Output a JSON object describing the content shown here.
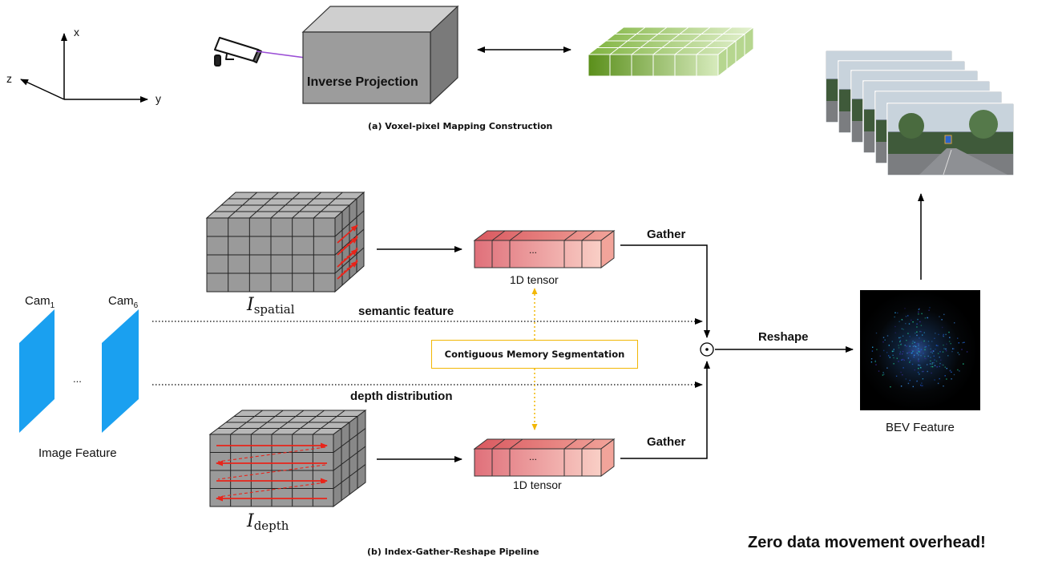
{
  "axes": {
    "x": "x",
    "y": "y",
    "z": "z"
  },
  "panel_a": {
    "projection_label": "Inverse Projection",
    "caption": "(a) Voxel-pixel Mapping Construction"
  },
  "panel_b": {
    "cam_first": "Cam",
    "cam_first_sub": "1",
    "cam_last": "Cam",
    "cam_last_sub": "6",
    "cam_ellipsis": "...",
    "image_feature": "Image Feature",
    "spatial_symbol": "I",
    "spatial_sub": "spatial",
    "depth_symbol": "I",
    "depth_sub": "depth",
    "tensor_top": "1D tensor",
    "tensor_bottom": "1D tensor",
    "tensor_ellipsis": "...",
    "gather_top": "Gather",
    "gather_bottom": "Gather",
    "semantic_feature": "semantic feature",
    "depth_distribution": "depth distribution",
    "segmentation": "Contiguous Memory Segmentation",
    "reshape": "Reshape",
    "odot": "⊙",
    "bev_feature": "BEV Feature",
    "caption": "(b) Index-Gather-Reshape Pipeline"
  },
  "tagline": "Zero data movement overhead!",
  "colors": {
    "voxel_green_dark": "#5a8f1a",
    "voxel_green_light": "#c6e0a6",
    "tensor_dark": "#e0707a",
    "tensor_light": "#f8c8c0",
    "camera_plane": "#1aa0f0",
    "ray_purple": "#9b4fd6",
    "segmentation_border": "#f2b705",
    "arrow_red": "#e8241a"
  }
}
